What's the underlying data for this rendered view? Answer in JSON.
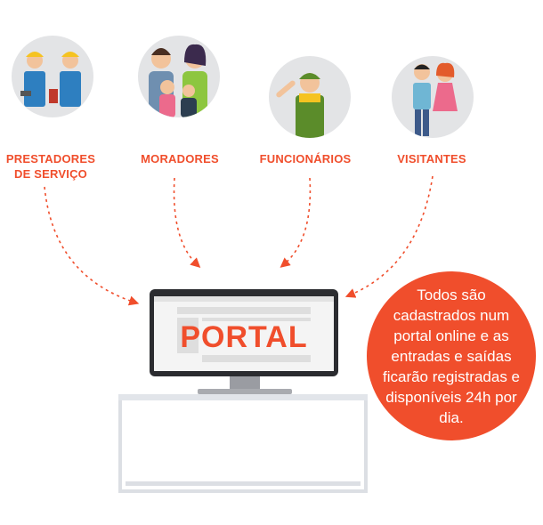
{
  "groups": [
    {
      "label": "PRESTADORES\nDE SERVIÇO",
      "icon": "service-workers-icon"
    },
    {
      "label": "MORADORES",
      "icon": "family-icon"
    },
    {
      "label": "FUNCIONÁRIOS",
      "icon": "gardener-icon"
    },
    {
      "label": "VISITANTES",
      "icon": "visitors-icon"
    }
  ],
  "portal": {
    "title": "PORTAL"
  },
  "info": {
    "text": "Todos são cadastrados num portal online e as entradas e saídas ficarão registradas e disponíveis 24h por dia."
  },
  "colors": {
    "accent": "#f04e2c",
    "avatar_bg": "#e3e4e6",
    "monitor": "#2b2c30"
  }
}
